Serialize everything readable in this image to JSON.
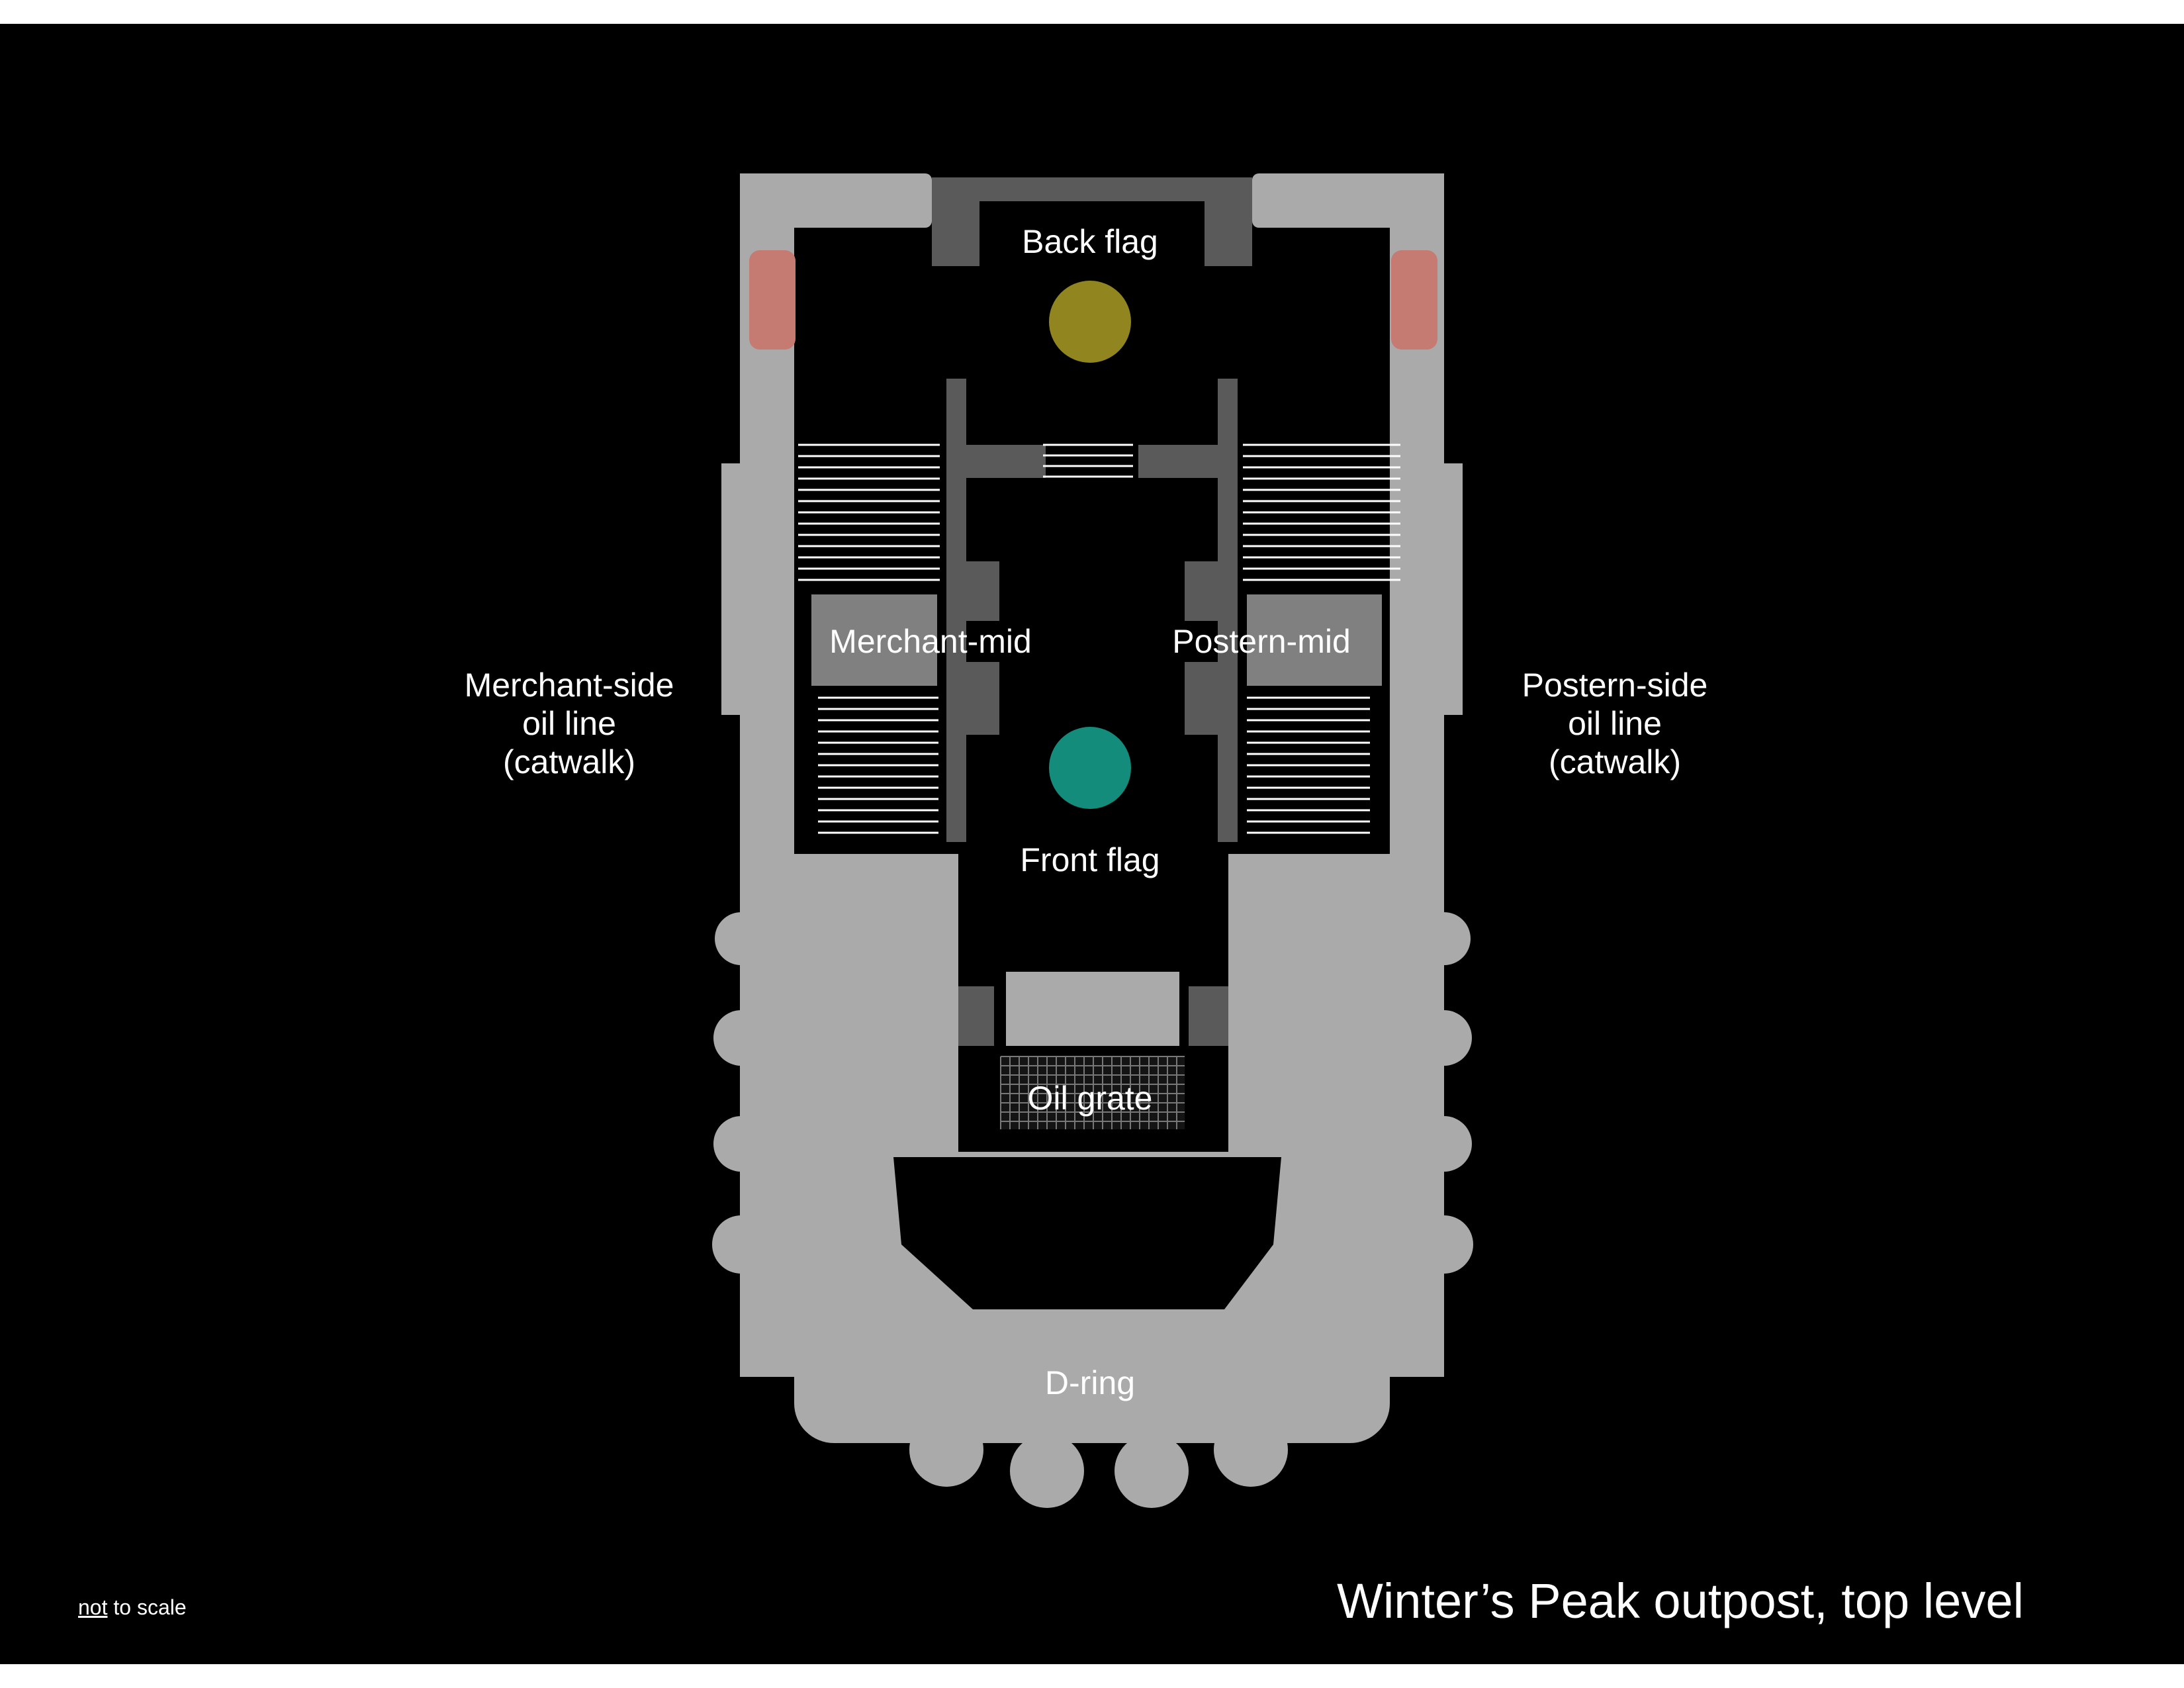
{
  "map": {
    "title": "Winter’s Peak outpost, top level",
    "scale_note": {
      "emphasis": "not",
      "rest": " to scale"
    },
    "labels": {
      "back_flag": "Back flag",
      "front_flag": "Front flag",
      "merchant_mid": "Merchant-mid",
      "postern_mid": "Postern-mid",
      "merchant_side": "Merchant-side\noil line\n(catwalk)",
      "postern_side": "Postern-side\noil line\n(catwalk)",
      "oil_grate": "Oil grate",
      "d_ring": "D-ring"
    },
    "colors": {
      "background": "#000000",
      "floor": "#aaaaaa",
      "wall": "#5a5a5a",
      "room": "#808080",
      "oil": "#c57a72",
      "back_flag": "#918520",
      "front_flag": "#138c7c"
    }
  }
}
